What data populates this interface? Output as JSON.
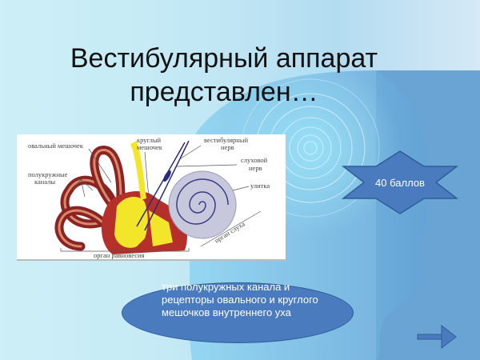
{
  "slide": {
    "title_line1": "Вестибулярный аппарат",
    "title_line2": "представлен…",
    "diagram": {
      "labels": {
        "oval_sac": "овальный мешочек",
        "round_sac_1": "круглый",
        "round_sac_2": "мешочек",
        "vestibular_nerve_1": "вестибулярный",
        "vestibular_nerve_2": "нерв",
        "auditory_nerve_1": "слуховой",
        "auditory_nerve_2": "нерв",
        "semicircular_1": "полукружные",
        "semicircular_2": "каналы",
        "cochlea": "улитка",
        "hearing_organ": "орган слуха",
        "balance_organ": "орган равновесия"
      }
    },
    "points_badge": "40 баллов",
    "answer_text": "три полукружных канала и рецепторы овального и круглого мешочков внутреннего уха",
    "colors": {
      "shape_fill": "#4a7bbf",
      "shape_border": "#2f5d95",
      "bg_light": "#c6ebf6",
      "bg_dark": "#5b9bd0"
    }
  },
  "navigation": {
    "next_icon": "right-arrow-icon"
  }
}
